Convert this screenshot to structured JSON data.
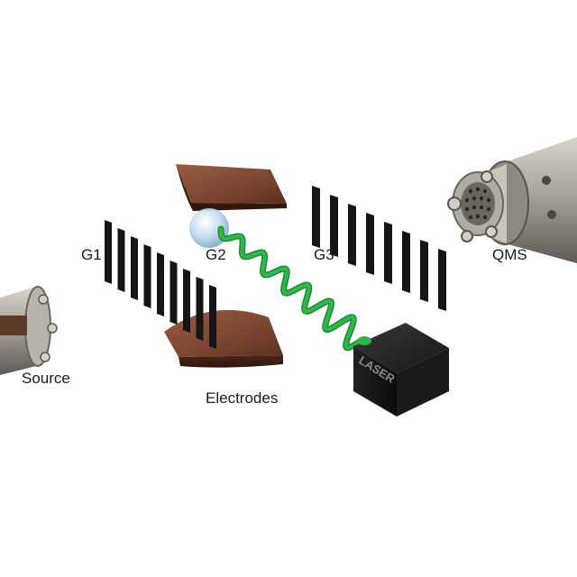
{
  "labels": {
    "g1": "G1",
    "g2": "G2",
    "g3": "G3",
    "qms": "QMS",
    "source": "Source",
    "electrodes": "Electrodes"
  },
  "laser_text": "LASER",
  "colors": {
    "grid_bar": "#151515",
    "electrode_copper": "#7a4530",
    "beam_green": "#2fb84a",
    "laser_box": "#141414",
    "metal": "#a8a39a"
  }
}
